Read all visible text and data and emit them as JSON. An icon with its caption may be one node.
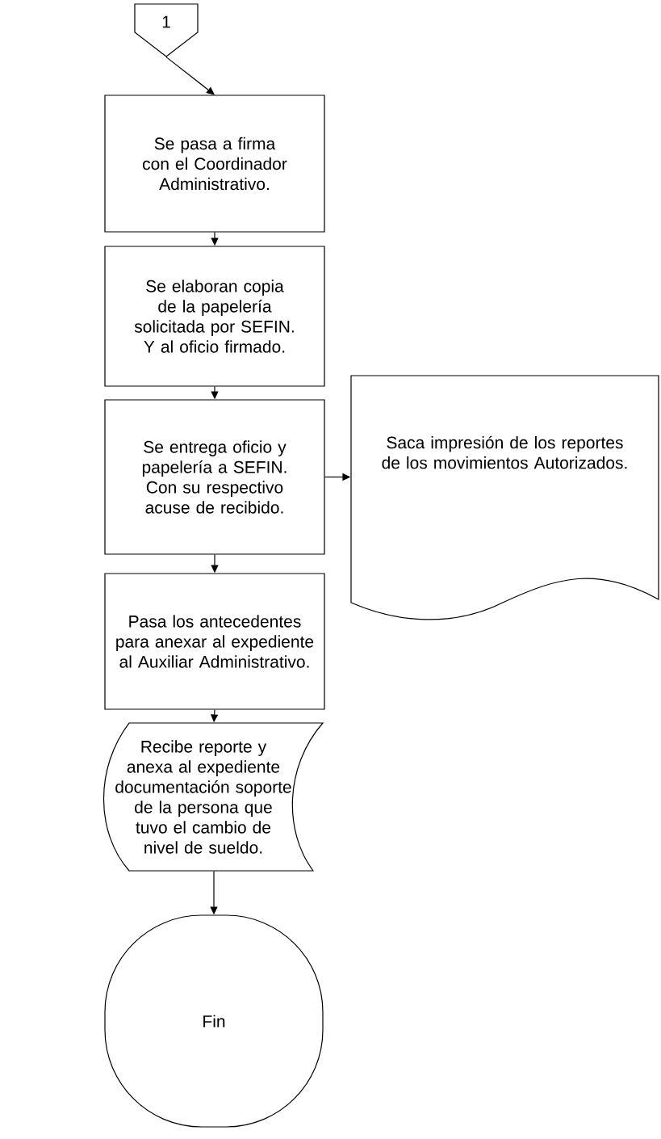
{
  "diagram": {
    "nodes": [
      {
        "text": [
          "1"
        ]
      },
      {
        "text": [
          "Se pasa a firma con el Coordinador Administrativo."
        ]
      },
      {
        "text": [
          "Se elaboran copia de la papelería solicitada por SEFIN. Y al oficio firmado."
        ]
      },
      {
        "text": [
          "Se entrega oficio y papelería a SEFIN. Con su respectivo acuse de recibido."
        ]
      },
      {
        "text": [
          "Saca impresión de los reportes de los movimientos Autorizados."
        ]
      },
      {
        "text": [
          "Pasa los antecedentes para anexar al expediente al Auxiliar Administrativo."
        ]
      },
      {
        "text": [
          "Recibe reporte y anexa al expediente documentación soporte de la persona que tuvo el cambio de nivel de sueldo."
        ]
      },
      {
        "text": [
          "Fin"
        ]
      }
    ],
    "edges": [
      {
        "from": 0,
        "to": 1,
        "arrow": "to"
      },
      {
        "from": 1,
        "to": 2,
        "arrow": "to"
      },
      {
        "from": 2,
        "to": 3,
        "arrow": "to"
      },
      {
        "from": 3,
        "to": 4,
        "arrow": "to"
      },
      {
        "from": 3,
        "to": 5,
        "arrow": "to"
      },
      {
        "from": 5,
        "to": 6,
        "arrow": "to"
      },
      {
        "from": 6,
        "to": 7,
        "arrow": "to"
      }
    ]
  }
}
